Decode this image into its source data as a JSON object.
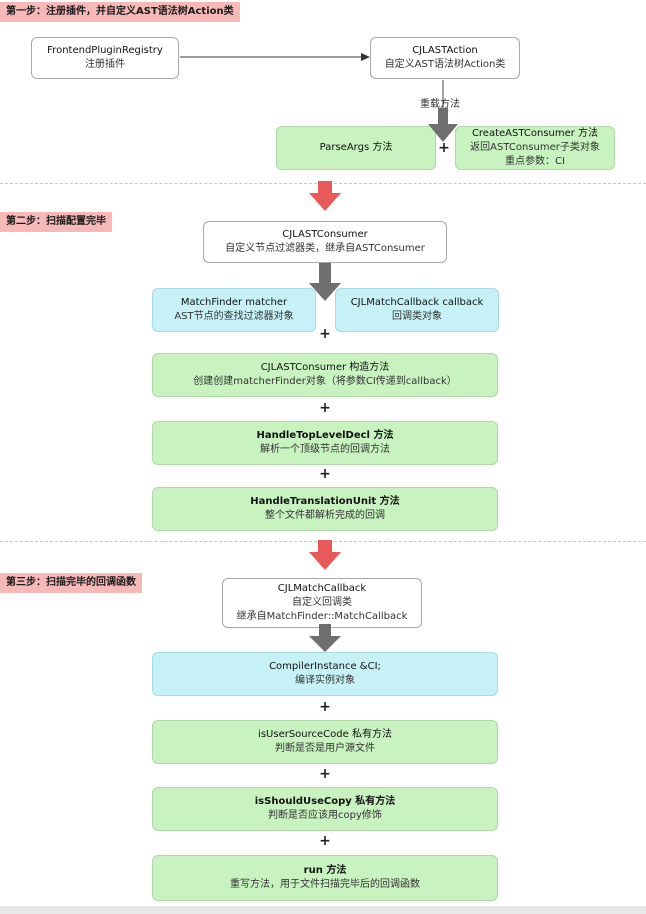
{
  "steps": {
    "step1": "第一步：注册插件，并自定义AST语法树Action类",
    "step2": "第二步：扫描配置完毕",
    "step3": "第三步：扫描完毕的回调函数"
  },
  "edge_label_1": "重载方法",
  "plus": "+",
  "nodes": {
    "registry": {
      "title": "FrontendPluginRegistry",
      "sub": "注册插件"
    },
    "action": {
      "title": "CJLASTAction",
      "sub": "自定义AST语法树Action类"
    },
    "parseargs": {
      "title": "ParseArgs 方法"
    },
    "createconsumer": {
      "title": "CreateASTConsumer 方法",
      "sub1": "返回ASTConsumer子类对象",
      "sub2": "重点参数：CI"
    },
    "consumer": {
      "title": "CJLASTConsumer",
      "sub": "自定义节点过滤器类，继承自ASTConsumer"
    },
    "matcher": {
      "title": "MatchFinder matcher",
      "sub": "AST节点的查找过滤器对象"
    },
    "callback": {
      "title": "CJLMatchCallback callback",
      "sub": "回调类对象"
    },
    "ctor": {
      "title": "CJLASTConsumer 构造方法",
      "sub": "创建创建matcherFinder对象（将参数CI传递到callback）"
    },
    "toplevel": {
      "title": "HandleTopLevelDecl 方法",
      "sub": "解析一个顶级节点的回调方法"
    },
    "transunit": {
      "title": "HandleTranslationUnit 方法",
      "sub": "整个文件都解析完成的回调"
    },
    "matchcb": {
      "title": "CJLMatchCallback",
      "sub1": "自定义回调类",
      "sub2": "继承自MatchFinder::MatchCallback"
    },
    "ci": {
      "title": "CompilerInstance &CI;",
      "sub": "编译实例对象"
    },
    "isuser": {
      "title": "isUserSourceCode 私有方法",
      "sub": "判断是否是用户源文件"
    },
    "isshould": {
      "title": "isShouldUseCopy 私有方法",
      "sub": "判断是否应该用copy修饰"
    },
    "run": {
      "title": "run 方法",
      "sub": "重写方法，用于文件扫描完毕后的回调函数"
    }
  },
  "colors": {
    "green": "#c8f2c0",
    "cyan": "#c6f1f6",
    "step": "#f7b8b8",
    "red_arrow": "#e85a5a",
    "gray_arrow": "#6f6f6f"
  }
}
